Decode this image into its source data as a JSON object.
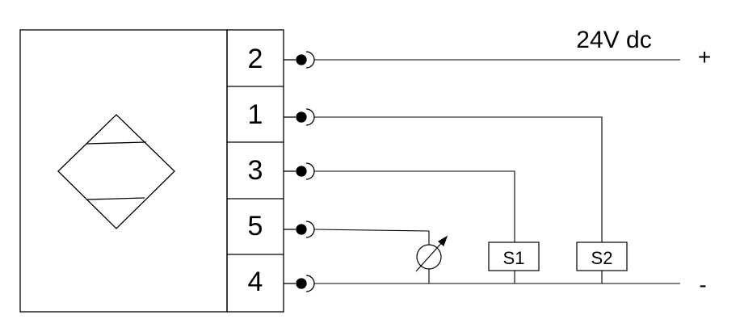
{
  "terminals": [
    "2",
    "1",
    "3",
    "5",
    "4"
  ],
  "supply": {
    "voltage_label": "24V dc",
    "plus_label": "+",
    "minus_label": "-"
  },
  "switches": {
    "s1_label": "S1",
    "s2_label": "S2"
  },
  "colors": {
    "line": "#000000",
    "background": "#ffffff"
  }
}
